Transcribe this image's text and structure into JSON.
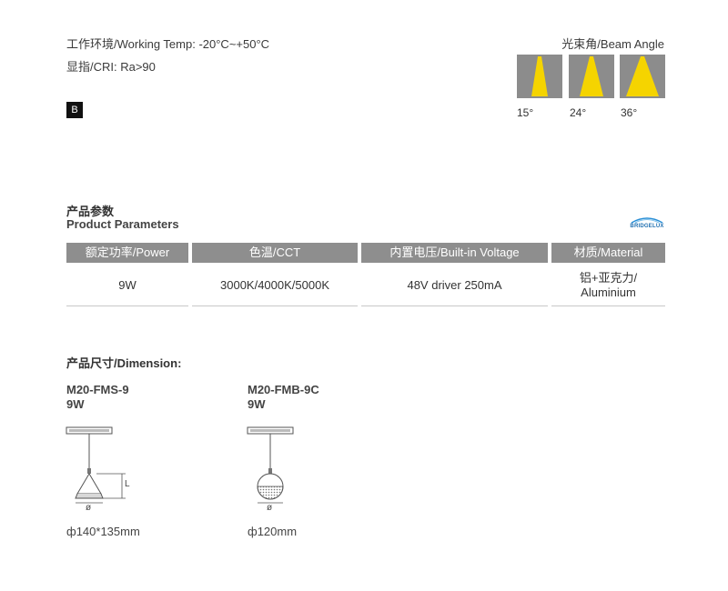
{
  "specs": {
    "working_temp": "工作环境/Working Temp: -20°C~+50°C",
    "cri": "显指/CRI: Ra>90"
  },
  "beam": {
    "title": "光束角/Beam Angle",
    "angles": [
      "15°",
      "24°",
      "36°"
    ]
  },
  "badge": "B",
  "params": {
    "title_zh": "产品参数",
    "title_en": "Product Parameters",
    "brand": "BRIDGELUX",
    "headers": [
      "额定功率/Power",
      "色温/CCT",
      "内置电压/Built-in Voltage",
      "材质/Material"
    ],
    "row": [
      "9W",
      "3000K/4000K/5000K",
      "48V driver 250mA",
      "铝+亚克力/\nAluminium"
    ]
  },
  "dimension": {
    "title": "产品尺寸/Dimension:",
    "models": [
      {
        "name": "M20-FMS-9",
        "power": "9W",
        "size": "ф140*135mm",
        "label_l": "L",
        "label_d": "ø"
      },
      {
        "name": "M20-FMB-9C",
        "power": "9W",
        "size": "ф120mm",
        "label_d": "ø"
      }
    ]
  },
  "colors": {
    "beam_yellow": "#f5d400",
    "beam_bg": "#8c8c8c",
    "header_bg": "#8e8e8e"
  }
}
